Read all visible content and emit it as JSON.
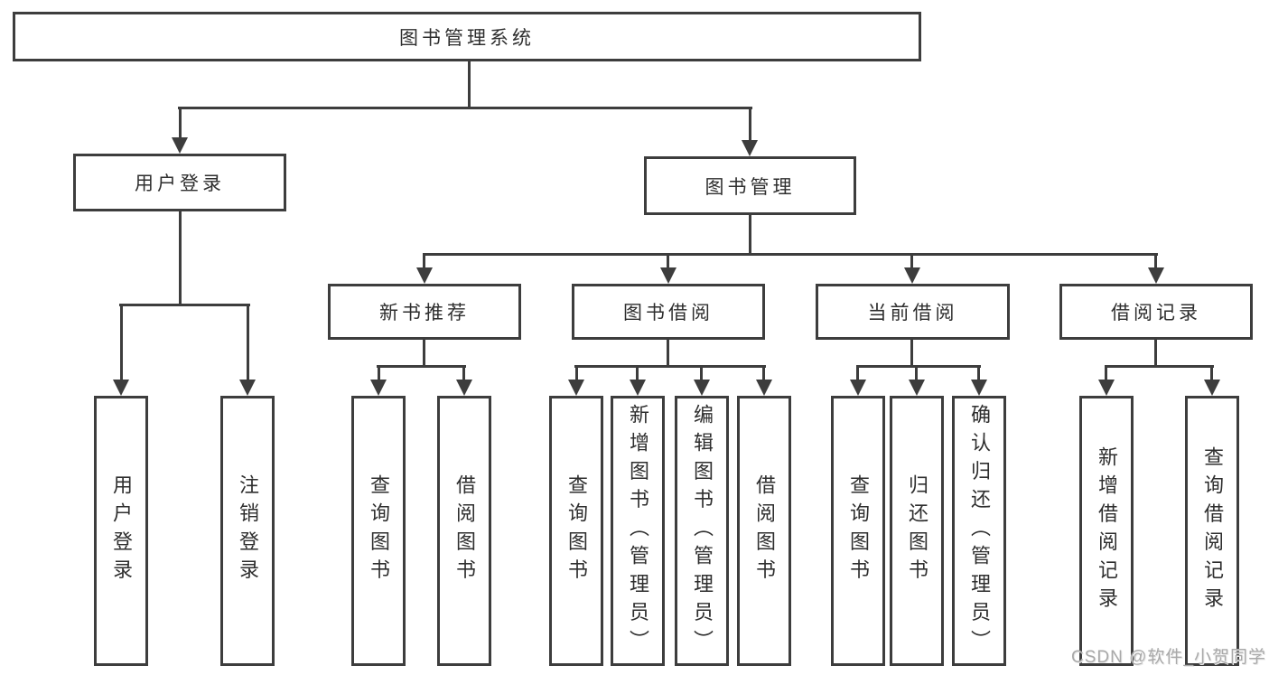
{
  "diagram_type": "hierarchy-tree",
  "watermark": "CSDN @软件_小贺同学",
  "colors": {
    "line": "#3d3d3d",
    "text": "#2e2e2e",
    "box_background": "#ffffff",
    "watermark": "#a9a9a9"
  },
  "tree": {
    "label": "图书管理系统",
    "children": [
      {
        "label": "用户登录",
        "children": [
          {
            "label": "用户登录"
          },
          {
            "label": "注销登录"
          }
        ]
      },
      {
        "label": "图书管理",
        "children": [
          {
            "label": "新书推荐",
            "children": [
              {
                "label": "查询图书"
              },
              {
                "label": "借阅图书"
              }
            ]
          },
          {
            "label": "图书借阅",
            "children": [
              {
                "label": "查询图书"
              },
              {
                "label": "新增图书（管理员）"
              },
              {
                "label": "编辑图书（管理员）"
              },
              {
                "label": "借阅图书"
              }
            ]
          },
          {
            "label": "当前借阅",
            "children": [
              {
                "label": "查询图书"
              },
              {
                "label": "归还图书"
              },
              {
                "label": "确认归还（管理员）"
              }
            ]
          },
          {
            "label": "借阅记录",
            "children": [
              {
                "label": "新增借阅记录"
              },
              {
                "label": "查询借阅记录"
              }
            ]
          }
        ]
      }
    ]
  }
}
